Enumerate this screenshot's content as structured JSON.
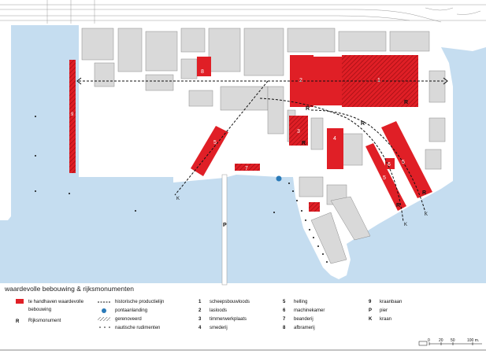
{
  "title": "waardevolle bebouwing & rijksmonumenten",
  "colors": {
    "water": "#c5ddf0",
    "land": "#ffffff",
    "building": "#d9d9d9",
    "outline": "#9a9a9a",
    "heritage": "#e01f26",
    "hatch": "#b01010",
    "route": "#111111",
    "pontoon": "#2a7ab8"
  },
  "map_labels": {
    "b1": "1",
    "b2": "2",
    "b3": "3",
    "b4": "4",
    "b5a": "5",
    "b5b": "5",
    "b5c": "5",
    "b6": "6",
    "b7": "7",
    "b8": "8",
    "b9": "9",
    "r1": "R",
    "r2": "R",
    "r3": "R",
    "r4": "R",
    "r5": "R",
    "r6": "R",
    "p": "P",
    "k1": "K",
    "k2": "K",
    "k3": "K"
  },
  "legend": {
    "col1": [
      {
        "symbol": "red-box",
        "text": "te handhaven waardevolle"
      },
      {
        "symbol": "none",
        "text": "bebouwing"
      },
      {
        "symbol": "R",
        "text": "Rijksmonument"
      }
    ],
    "col2": [
      {
        "symbol": "dashed-line",
        "text": "historische productielijn"
      },
      {
        "symbol": "blue-dot",
        "text": "pontaanlanding"
      },
      {
        "symbol": "hatch",
        "text": "gerenoveerd"
      },
      {
        "symbol": "dots",
        "text": "nautische rudimenten"
      }
    ],
    "col3_nums": [
      "1",
      "2",
      "3",
      "4"
    ],
    "col3_text": [
      "scheepsbouwloods",
      "lasloods",
      "timmerwerkplaats",
      "smederij"
    ],
    "col4_nums": [
      "5",
      "6",
      "7",
      "8"
    ],
    "col4_text": [
      "helling",
      "machinekamer",
      "beanderij",
      "afbramerij"
    ],
    "col5_nums": [
      "9",
      "P",
      "K"
    ],
    "col5_text": [
      "kraanbaan",
      "pier",
      "kraan"
    ]
  },
  "scale": {
    "labels": [
      "0",
      "20",
      "50",
      "100 m."
    ]
  }
}
